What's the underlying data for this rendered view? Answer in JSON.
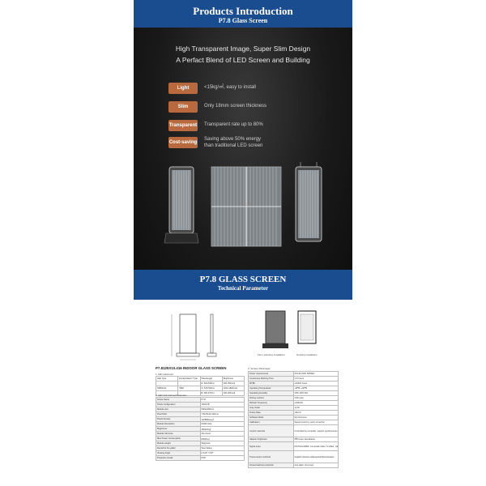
{
  "header": {
    "title": "Products Introduction",
    "subtitle": "P7.8 Glass Screen"
  },
  "headline": {
    "line1": "High Transparent Image, Super Slim Design",
    "line2": "A Perfact Blend of LED Screen and Building"
  },
  "features": [
    {
      "label": "Light",
      "text1": "<15kg/㎡, easy to install",
      "text2": ""
    },
    {
      "label": "Slim",
      "text1": "Only 18mm screen thickness",
      "text2": ""
    },
    {
      "label": "Transparent",
      "text1": "Transparent rate up to 80%",
      "text2": ""
    },
    {
      "label": "Cost-saving",
      "text1": "Saving above 50% energy",
      "text2": "than traditional LED screen"
    }
  ],
  "footer": {
    "title": "P7.8 GLASS SCREEN",
    "subtitle": "Technical Parameter"
  },
  "sheet": {
    "install_labels": [
      "Floor standing installation",
      "Hoisting installation"
    ],
    "left_title": "P7.8125X10.416 INDOOR GLASS SCREEN",
    "right_title": "2. Screen Parameter",
    "led_section": "1. LED parameter",
    "led_header": [
      "LED Type",
      "Encapsulation Type",
      "Wavelength",
      "Brightness"
    ],
    "led_rows": [
      [
        "",
        "",
        "R: 620-630nm",
        "300-350mcd"
      ],
      [
        "SMD2121",
        "SMD",
        "G: 515-530nm",
        "1000-1800mcd"
      ],
      [
        "",
        "",
        "B: 460-470nm",
        "200-400mcd"
      ]
    ],
    "module_section": "2. LED Unit Cabinet Parameter",
    "module_rows": [
      [
        "Series Name",
        "P7.8"
      ],
      [
        "Pixels configuration",
        "1R1G1B"
      ],
      [
        "Module size",
        "500x1000mm"
      ],
      [
        "Pixel Pitch",
        "7.8125x10.416mm"
      ],
      [
        "Pixels Density",
        "12288dots/㎡"
      ],
      [
        "Module Resolution",
        "64x96 dots"
      ],
      [
        "Brightness",
        "4500cd/㎡"
      ],
      [
        "Module Structure",
        "Aluminum"
      ],
      [
        "Max Power Consumption",
        "800W/㎡"
      ],
      [
        "Module weight",
        "6kg/piece"
      ],
      [
        "Rental for the pallet",
        "Steel lattice"
      ],
      [
        "Viewing Angle",
        "H:120° V:90°"
      ],
      [
        "Protection Grade",
        "IP30"
      ]
    ],
    "screen_rows": [
      [
        "Power requirements",
        "AC110-240V 50/60Hz"
      ],
      [
        "Continuous Working Time",
        "≥72 hours"
      ],
      [
        "MTBF",
        "≥10000 hours"
      ],
      [
        "Operating Temperature",
        "-20℃~+60℃"
      ],
      [
        "Operating Humidity",
        "10%~90% RH"
      ],
      [
        "Driving method",
        "1/16 scan"
      ],
      [
        "Refresh Frequency",
        "≥1920Hz"
      ],
      [
        "Gray Scale",
        "14 bit"
      ],
      [
        "Frame Rate",
        "≥60 Hz"
      ],
      [
        "Software Mode",
        "Synchronous"
      ],
      [
        "Calibration",
        "Support point by point correction"
      ],
      [
        "Control methods",
        "Controlled by computer, support synchronous and asynchronous"
      ],
      [
        "Adapter brightness",
        "256 level manual/auto"
      ],
      [
        "Signal input",
        "DVI/VGA/HDMI, composite video, S-Video, YpbPr"
      ],
      [
        "Transmission methods",
        "Gigabit network cable/optical fiber/wireless"
      ],
      [
        "Screen/Cabinet protection",
        "Anti-static, fire proof"
      ]
    ]
  },
  "colors": {
    "header_blue": "#1a4d8f",
    "badge_brown": "#b05a2c"
  }
}
